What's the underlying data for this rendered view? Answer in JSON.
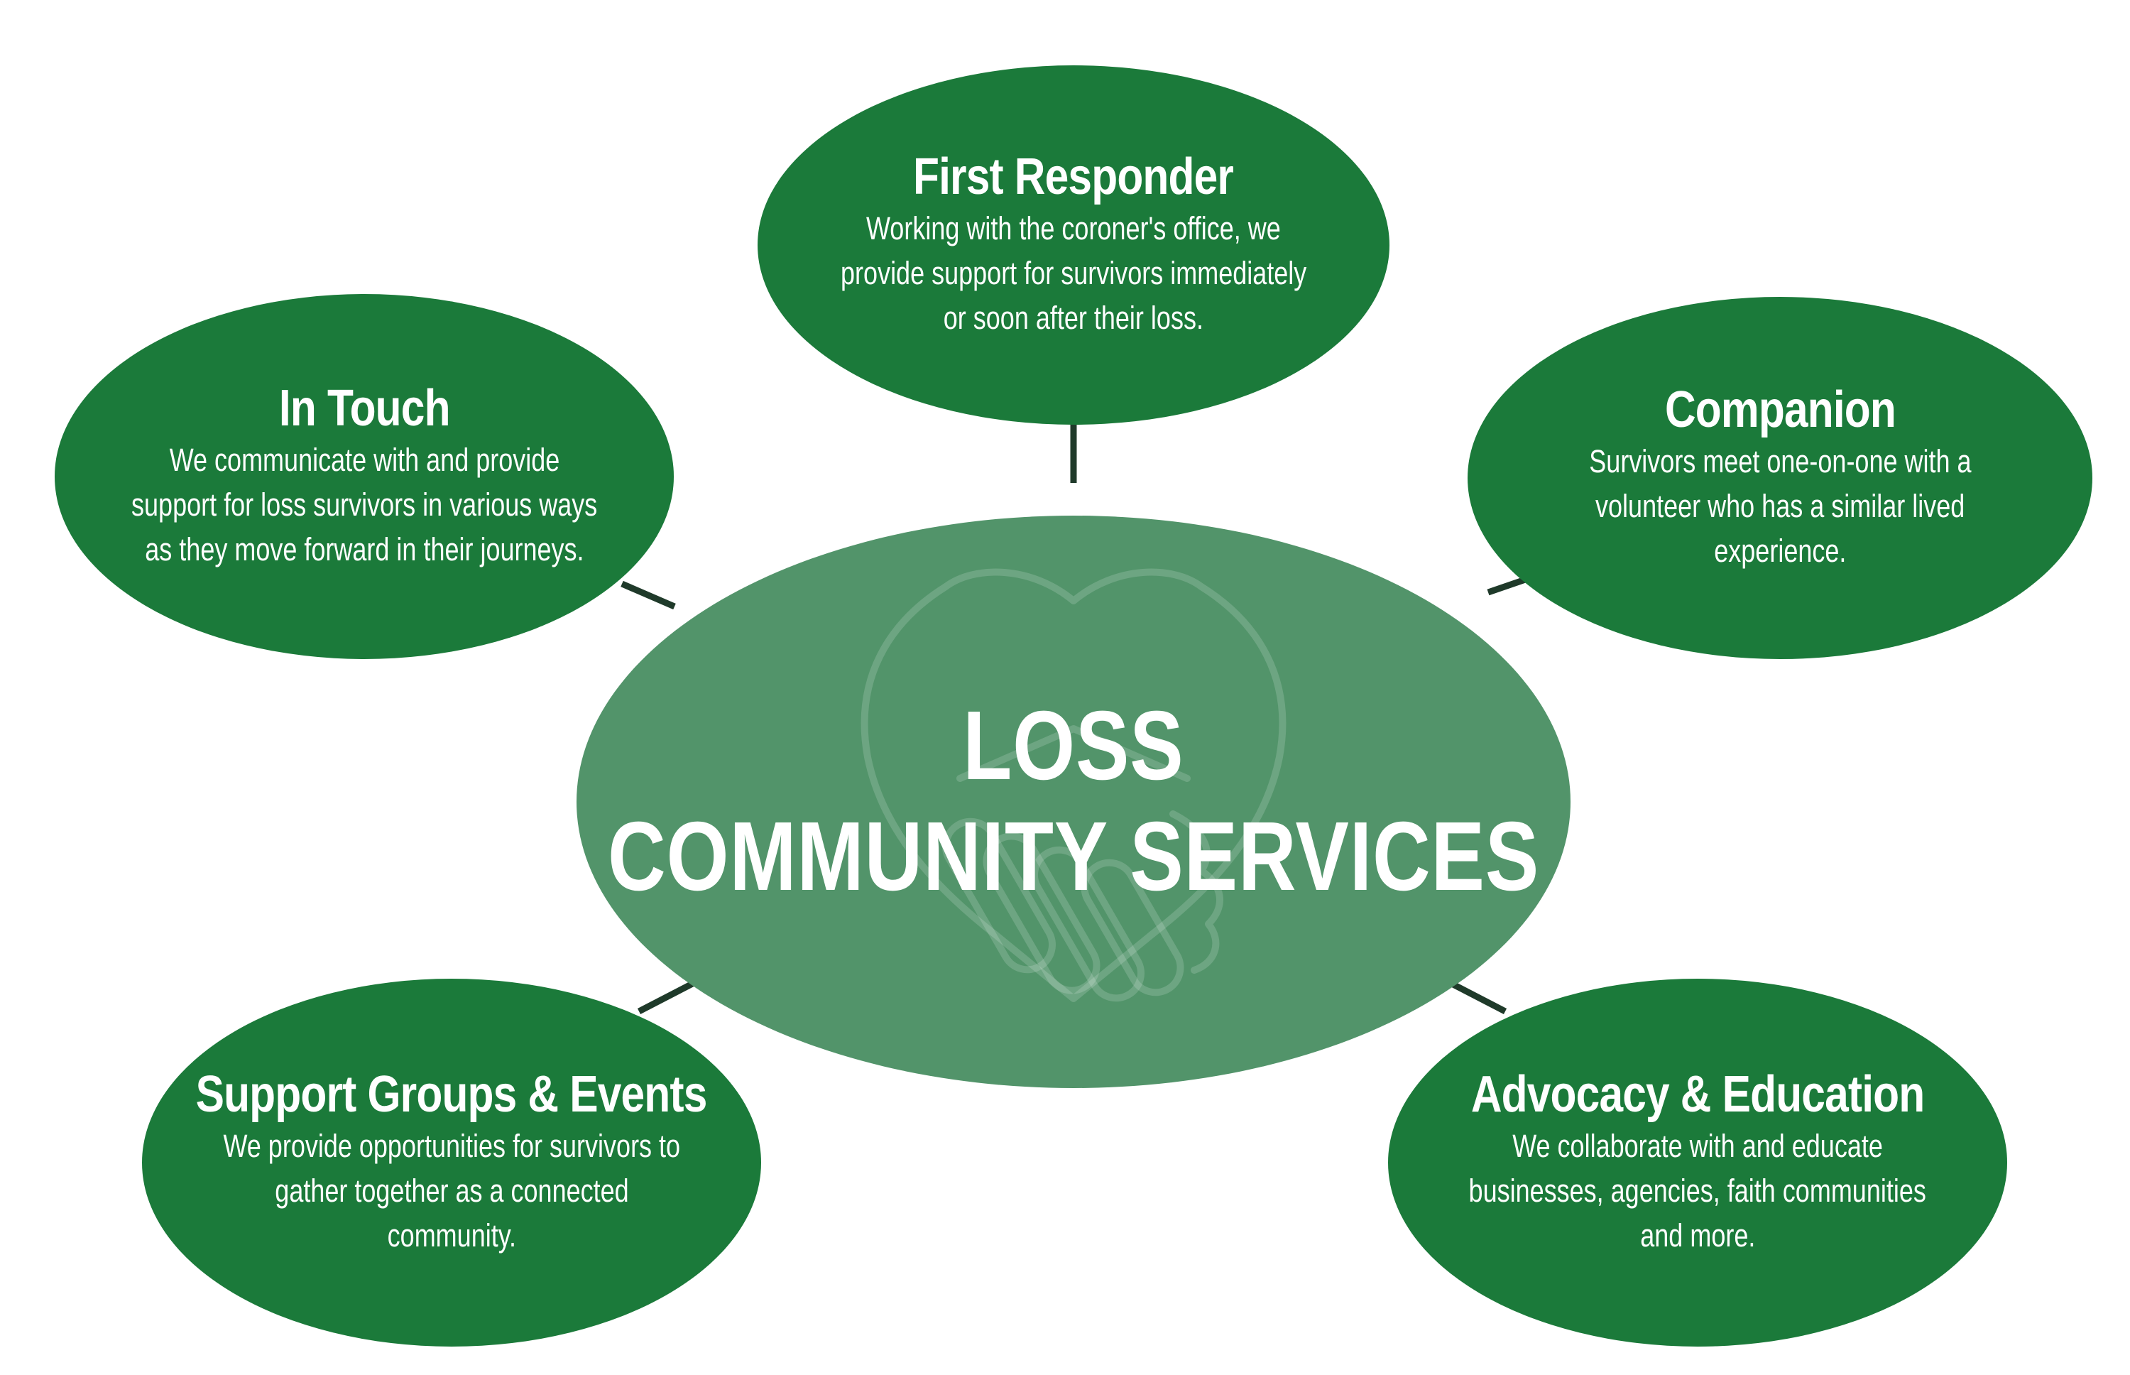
{
  "colors": {
    "satellite_fill": "#1b7a3a",
    "center_fill": "#52946a",
    "connector": "#1f3a2a",
    "text": "#ffffff"
  },
  "center": {
    "line1": "LOSS",
    "line2": "COMMUNITY SERVICES",
    "emblem_icon": "heart-handshake-icon"
  },
  "services": {
    "first_responder": {
      "title": "First Responder",
      "lines": [
        "Working with the coroner's office, we",
        "provide support for survivors immediately",
        "or soon after their loss."
      ]
    },
    "in_touch": {
      "title": "In Touch",
      "lines": [
        "We communicate with and provide",
        "support for loss survivors in various ways",
        "as they move forward in their journeys."
      ]
    },
    "companion": {
      "title": "Companion",
      "lines": [
        "Survivors meet one-on-one with a",
        "volunteer who has a similar lived",
        "experience."
      ]
    },
    "support_groups": {
      "title": "Support Groups & Events",
      "lines": [
        "We provide opportunities for survivors to",
        "gather together as a connected",
        "community."
      ]
    },
    "advocacy": {
      "title": "Advocacy & Education",
      "lines": [
        "We collaborate with and educate",
        "businesses, agencies, faith communities",
        "and more."
      ]
    }
  }
}
